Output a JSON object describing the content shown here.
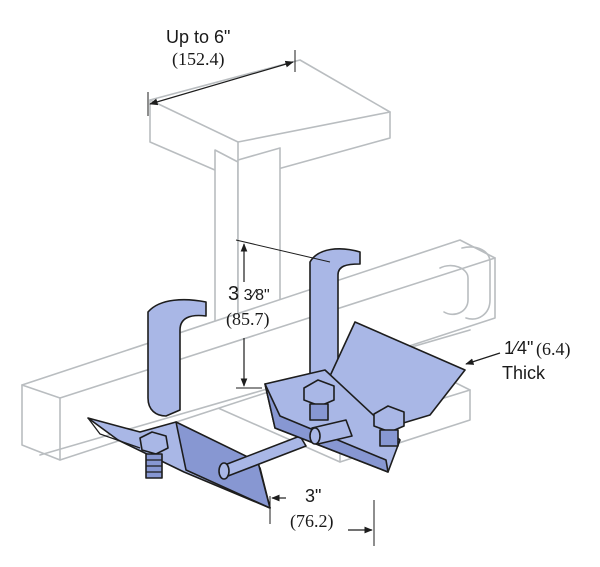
{
  "colors": {
    "beam_outline": "#b9bdc0",
    "clamp_fill": "#a9b7e6",
    "clamp_shade": "#8797d2",
    "line": "#1d1d1d"
  },
  "dimensions": {
    "flange_width": {
      "imperial": "Up to 6\"",
      "metric": "(152.4)"
    },
    "height": {
      "whole": "3",
      "fraction": "3⁄8\"",
      "metric": "(85.7)"
    },
    "plate_width": {
      "imperial": "3\"",
      "metric": "(76.2)"
    },
    "thickness": {
      "imperial": "1⁄4\"",
      "metric": "(6.4)",
      "label": "Thick"
    }
  }
}
